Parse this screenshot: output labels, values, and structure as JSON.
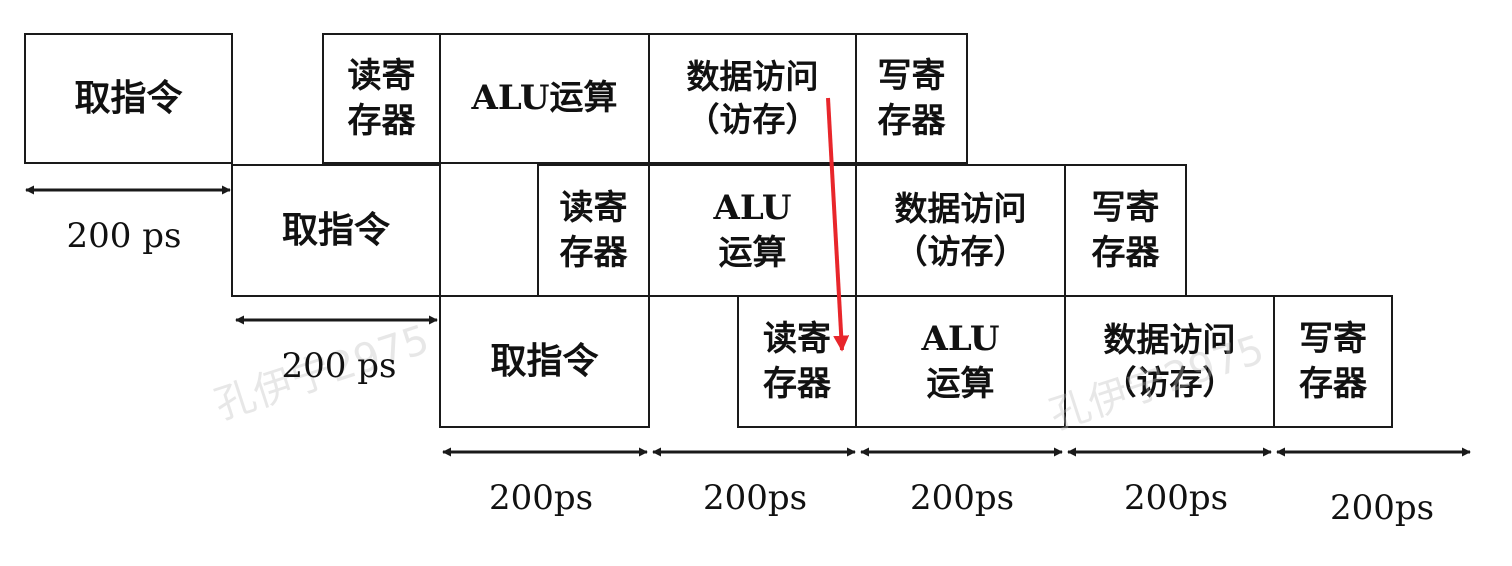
{
  "stages": {
    "fetch": "取指令",
    "read_reg": [
      "读寄",
      "存器"
    ],
    "alu_one_line": "ALU运算",
    "alu": [
      "ALU",
      "运算"
    ],
    "mem": [
      "数据访问",
      "（访存）"
    ],
    "write_reg": [
      "写寄",
      "存器"
    ]
  },
  "durations": {
    "spaced": "200 ps",
    "compact": "200ps"
  },
  "watermark": "孔伊宁2975",
  "colors": {
    "line": "#1a1a1a",
    "highlight_arrow": "#e8262b"
  }
}
